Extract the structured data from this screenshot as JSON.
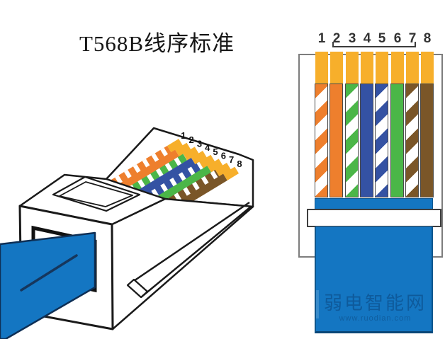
{
  "title": "T568B线序标准",
  "connector_view": {
    "description": "RJ45 plug isometric drawing",
    "pin_labels": [
      "1",
      "2",
      "3",
      "4",
      "5",
      "6",
      "7",
      "8"
    ],
    "cable_color": "#1476C2",
    "outline_color": "#1a1a1a"
  },
  "wiring_view": {
    "pin_labels": [
      "1",
      "2",
      "3",
      "4",
      "5",
      "6",
      "7",
      "8"
    ],
    "pin_contact_color": "#F7AF2B",
    "bracket_span": "2-7",
    "wires": [
      {
        "pin": "1",
        "name": "white-orange",
        "type": "striped",
        "color": "#EE7F2D"
      },
      {
        "pin": "2",
        "name": "orange",
        "type": "solid",
        "color": "#EE7F2D"
      },
      {
        "pin": "3",
        "name": "white-green",
        "type": "striped",
        "color": "#4BB648"
      },
      {
        "pin": "4",
        "name": "blue",
        "type": "solid",
        "color": "#3452A3"
      },
      {
        "pin": "5",
        "name": "white-blue",
        "type": "striped",
        "color": "#3452A3"
      },
      {
        "pin": "6",
        "name": "green",
        "type": "solid",
        "color": "#4BB648"
      },
      {
        "pin": "7",
        "name": "white-brown",
        "type": "striped",
        "color": "#7A5628"
      },
      {
        "pin": "8",
        "name": "brown",
        "type": "solid",
        "color": "#7A5628"
      }
    ],
    "cable_color": "#1476C2"
  },
  "watermark": {
    "text": "弱电智能网",
    "url": "www.ruodian.com"
  }
}
